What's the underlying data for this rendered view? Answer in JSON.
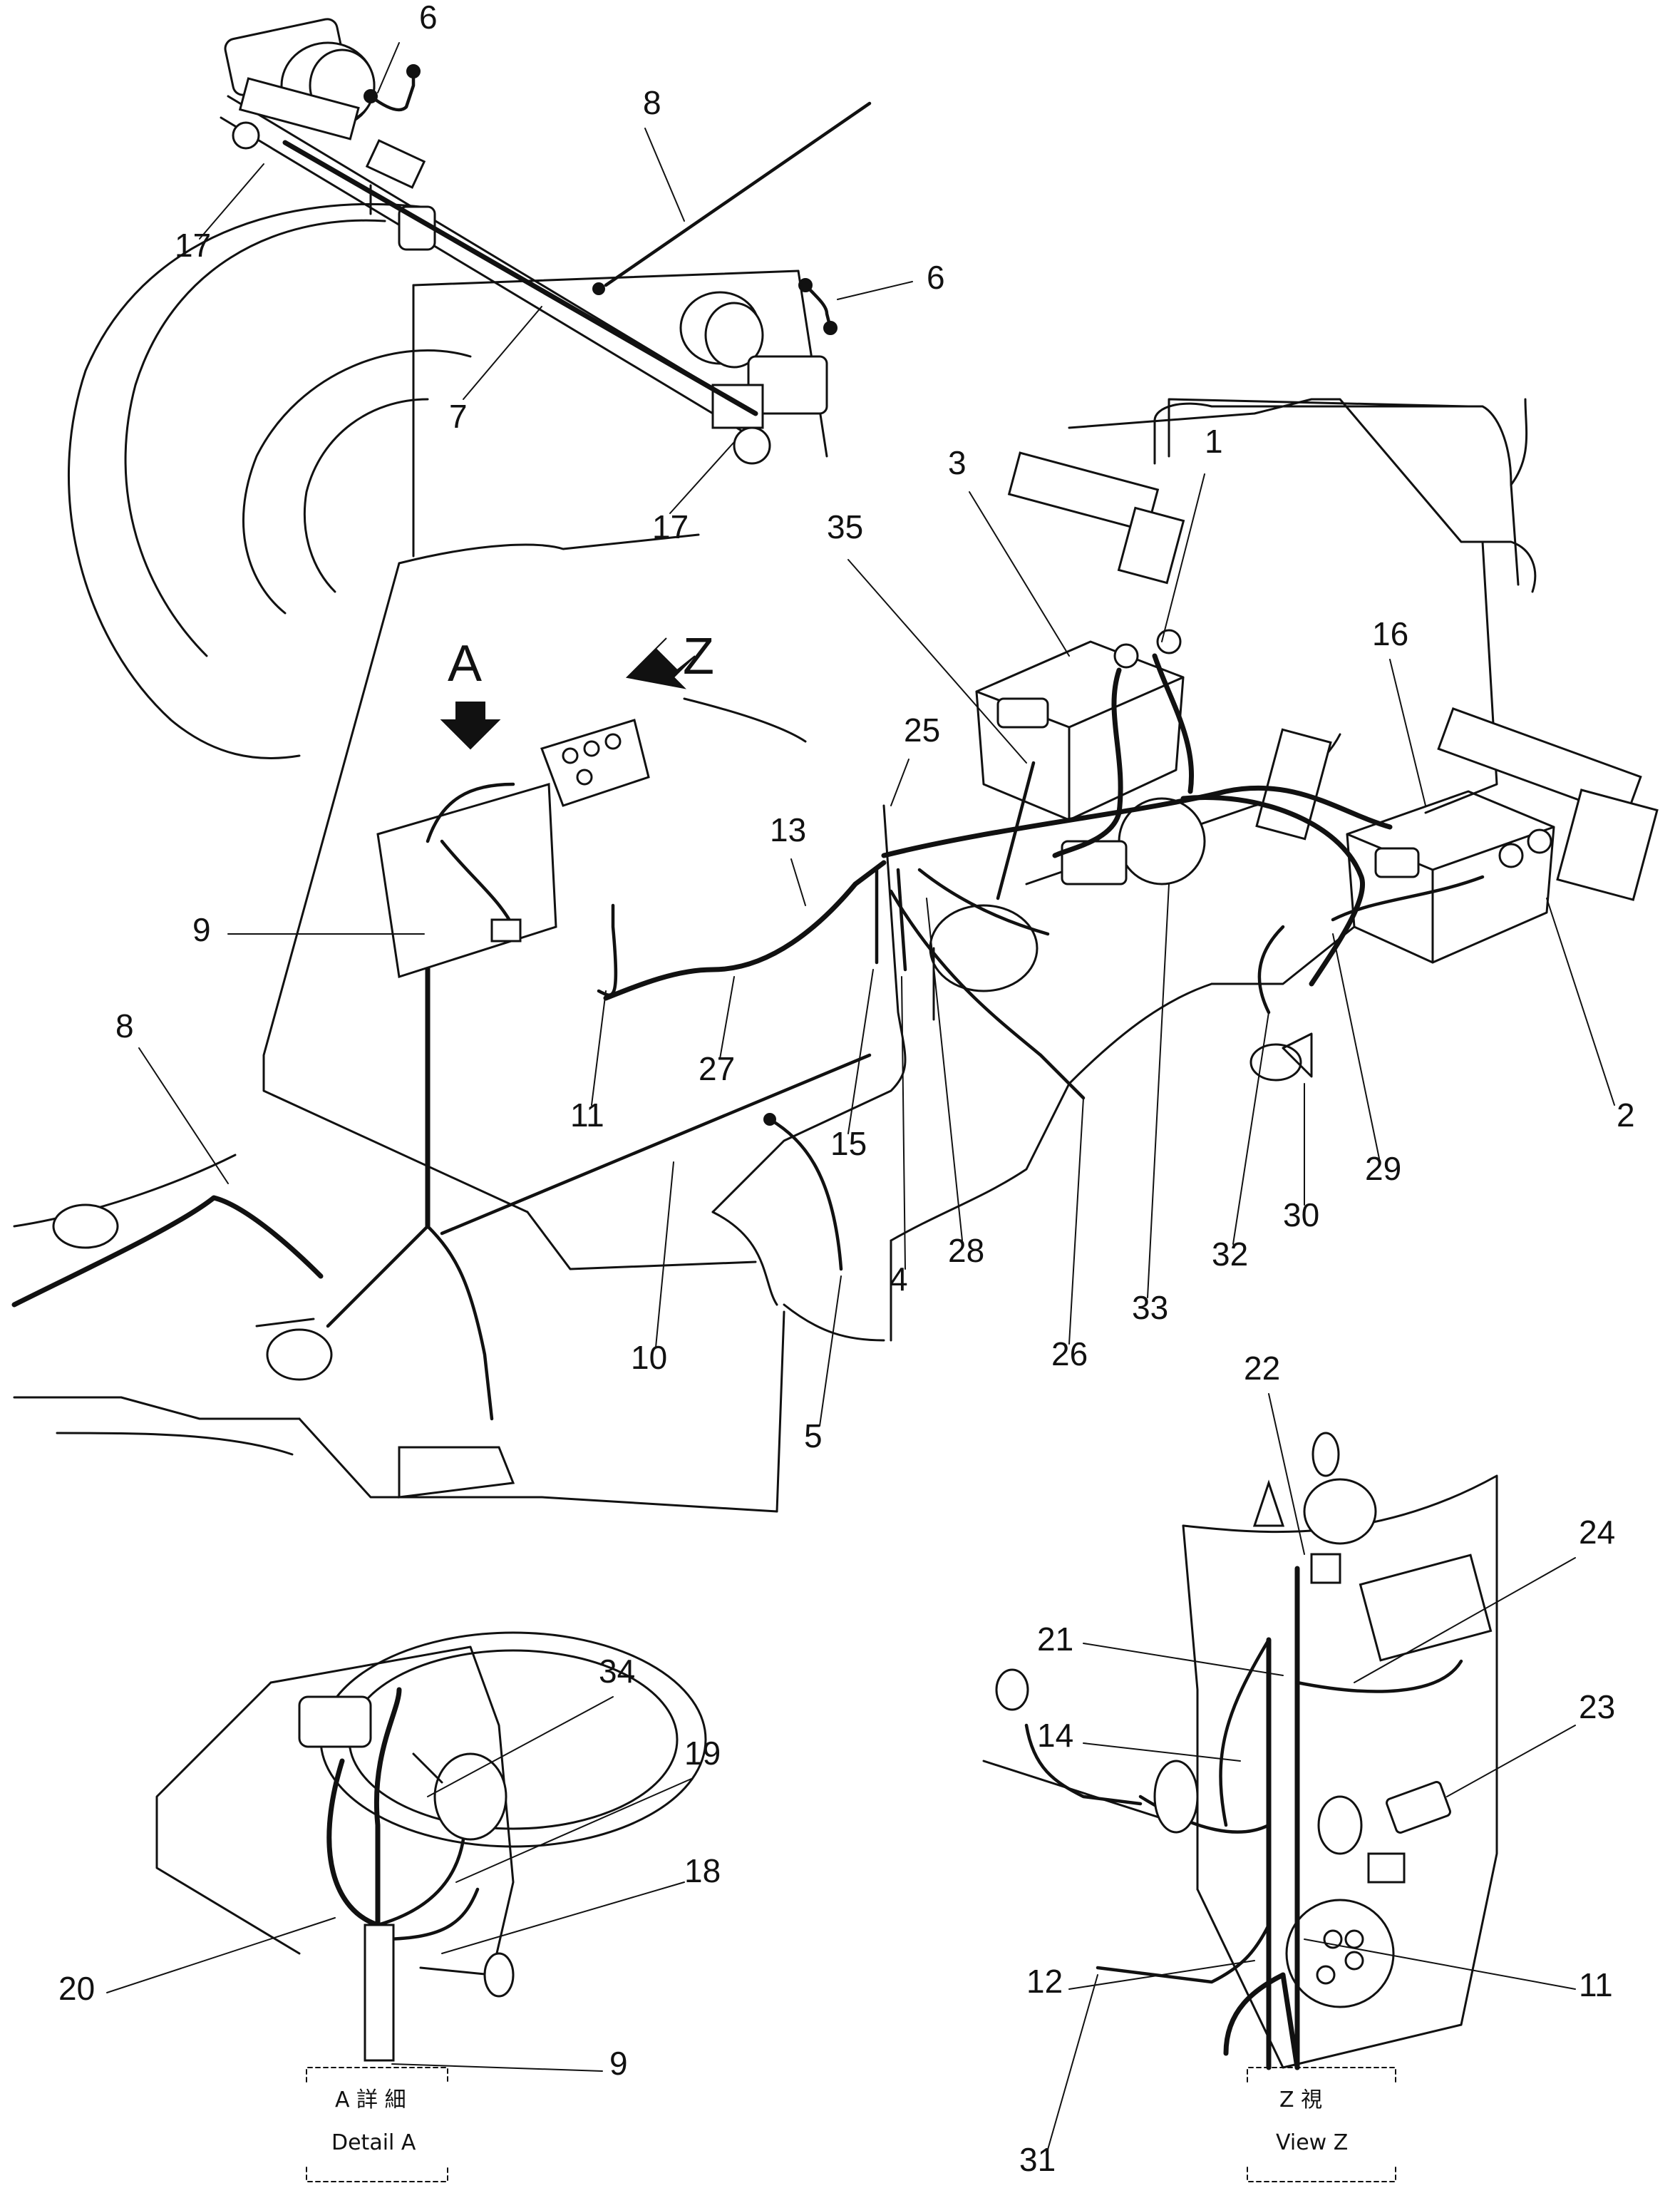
{
  "diagram": {
    "part_labels": [
      {
        "text": "6"
      },
      {
        "text": "8"
      },
      {
        "text": "6"
      },
      {
        "text": "17"
      },
      {
        "text": "7"
      },
      {
        "text": "17"
      },
      {
        "text": "3"
      },
      {
        "text": "1"
      },
      {
        "text": "35"
      },
      {
        "text": "16"
      },
      {
        "text": "25"
      },
      {
        "text": "13"
      },
      {
        "text": "9"
      },
      {
        "text": "27"
      },
      {
        "text": "11"
      },
      {
        "text": "15"
      },
      {
        "text": "4"
      },
      {
        "text": "28"
      },
      {
        "text": "33"
      },
      {
        "text": "32"
      },
      {
        "text": "30"
      },
      {
        "text": "29"
      },
      {
        "text": "2"
      },
      {
        "text": "8"
      },
      {
        "text": "10"
      },
      {
        "text": "5"
      },
      {
        "text": "26"
      },
      {
        "text": "22"
      },
      {
        "text": "24"
      },
      {
        "text": "21"
      },
      {
        "text": "23"
      },
      {
        "text": "14"
      },
      {
        "text": "12"
      },
      {
        "text": "11"
      },
      {
        "text": "31"
      },
      {
        "text": "34"
      },
      {
        "text": "19"
      },
      {
        "text": "18"
      },
      {
        "text": "20"
      },
      {
        "text": "9"
      }
    ],
    "view_markers": {
      "a": {
        "letter": "A"
      },
      "z": {
        "letter": "Z"
      }
    },
    "captions": {
      "detail_a": {
        "line1": "A 詳 細",
        "line2": "Detail A"
      },
      "view_z": {
        "line1": "Z 視",
        "line2": "View Z"
      }
    }
  }
}
